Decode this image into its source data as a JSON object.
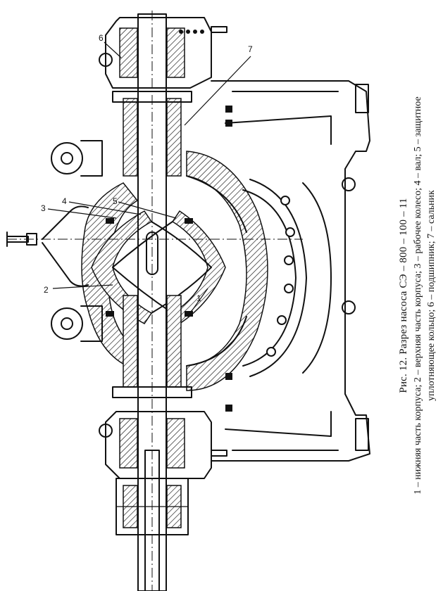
{
  "figure": {
    "caption_title": "Рис. 12. Разрез насоса СЭ – 800 – 100 – 11",
    "caption_legend_line1": "1 – нижняя часть корпуса; 2 – верхняя часть корпуса; 3 – рабочее колесо; 4 – вал; 5 – защитное",
    "caption_legend_line2": "уплотняющее кольцо; 6 – подшипник; 7 – сальник"
  },
  "callouts": [
    {
      "id": "1",
      "label": "1"
    },
    {
      "id": "2",
      "label": "2"
    },
    {
      "id": "3",
      "label": "3"
    },
    {
      "id": "4",
      "label": "4"
    },
    {
      "id": "5",
      "label": "5"
    },
    {
      "id": "6",
      "label": "6"
    },
    {
      "id": "7",
      "label": "7"
    }
  ]
}
